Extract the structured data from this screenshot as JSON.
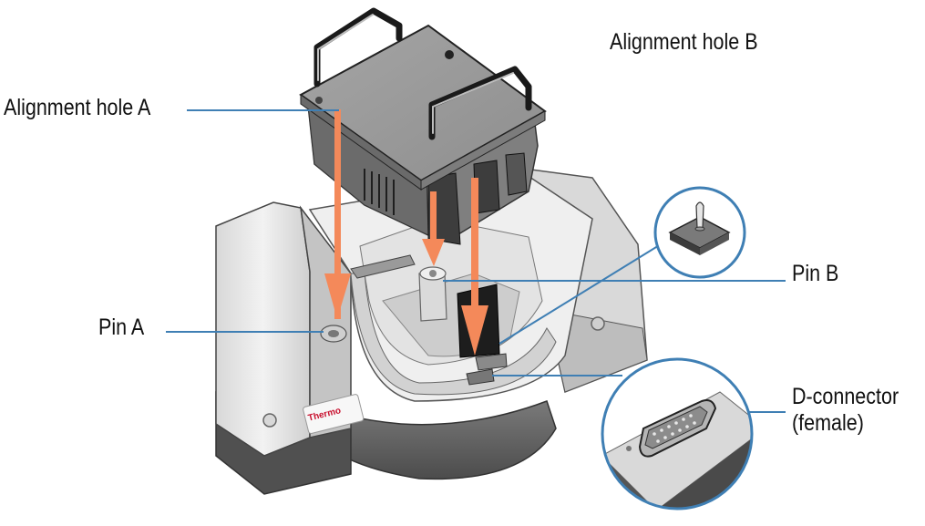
{
  "labels": {
    "alignment_hole_a": "Alignment hole A",
    "alignment_hole_b": "Alignment hole B",
    "pin_a": "Pin A",
    "pin_b": "Pin B",
    "d_connector_line1": "D-connector",
    "d_connector_line2": "(female)"
  },
  "logo": {
    "text": "Thermo"
  },
  "colors": {
    "arrow": "#f4895a",
    "leader_line": "#3f7fb4",
    "body_light": "#e9e9e9",
    "body_shadow": "#9c9c9c",
    "body_dark": "#4a4a4a",
    "logo_red": "#c8102e"
  }
}
